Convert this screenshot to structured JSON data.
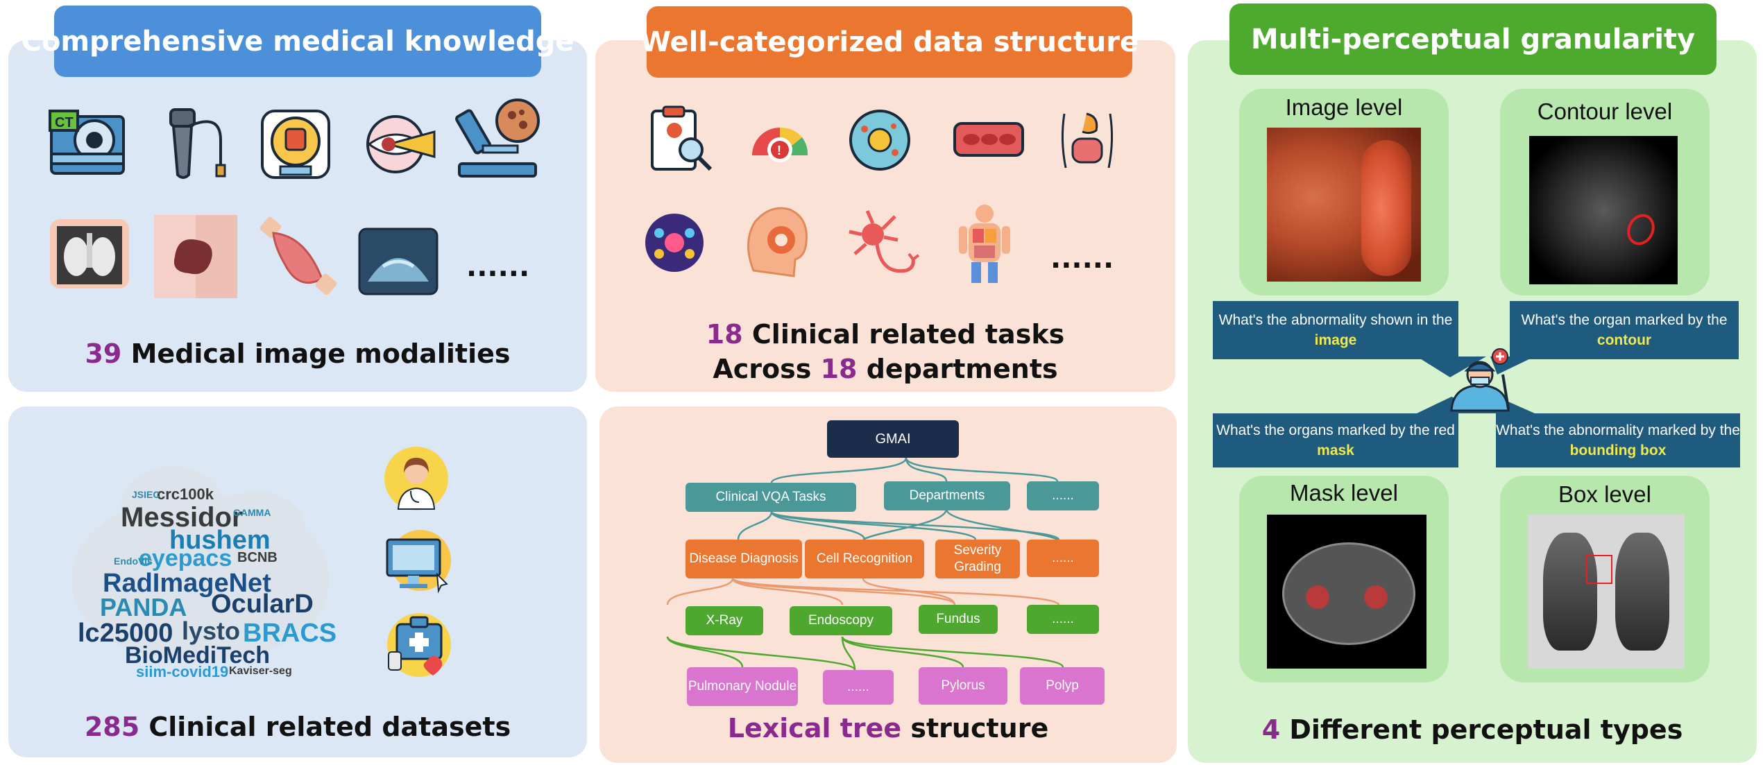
{
  "panel1": {
    "title": "Comprehensive medical knowledge",
    "caption_num": "39",
    "caption_text": " Medical image modalities",
    "dots": "......",
    "icons": [
      "ct-scanner-icon",
      "endoscope-icon",
      "mri-icon",
      "eye-icon",
      "microscope-icon",
      "chest-xray-icon",
      "skin-lesion-icon",
      "muscle-icon",
      "ultrasound-icon"
    ]
  },
  "panel2": {
    "title": "Well-categorized data structure",
    "caption_line1_num": "18",
    "caption_line1_text": " Clinical related tasks",
    "caption_line2_pre": "Across ",
    "caption_line2_num": "18",
    "caption_line2_text": " departments",
    "dots": "......",
    "icons": [
      "clipboard-search-icon",
      "gauge-icon",
      "cell-icon",
      "blood-vessel-icon",
      "intestine-icon",
      "cell-cluster-icon",
      "head-ear-icon",
      "neuron-icon",
      "anatomy-icon"
    ]
  },
  "panel3": {
    "title": "Multi-perceptual granularity",
    "caption_num": "4",
    "caption_text": " Different perceptual types",
    "levels": {
      "image": "Image level",
      "contour": "Contour level",
      "mask": "Mask level",
      "box": "Box level"
    },
    "questions": {
      "q1_pre": "What's the abnormality shown in the ",
      "q1_hl": "image",
      "q2_pre": "What's the organ marked by the ",
      "q2_hl": "contour",
      "q3_pre": "What's the organs marked by the red ",
      "q3_hl": "mask",
      "q4_pre": "What's the abnormality marked by the ",
      "q4_hl": "bounding box"
    }
  },
  "panel4": {
    "caption_num": "285",
    "caption_text": " Clinical related datasets",
    "words": [
      "Messidor",
      "hushem",
      "eyepacs",
      "RadImageNet",
      "PANDA",
      "OcularD",
      "lc25000",
      "lysto",
      "BRACS",
      "BioMediTech",
      "siim-covid19",
      "crc100k",
      "BCNB",
      "GAMMA",
      "JSIEC",
      "Kaviser-seg",
      "EndoVis"
    ]
  },
  "panel5": {
    "caption_pre": "Lexical tree",
    "caption_text": " structure",
    "root": "GMAI",
    "level1": [
      "Clinical VQA Tasks",
      "Departments",
      "......"
    ],
    "level2": [
      "Disease Diagnosis",
      "Cell Recognition",
      "Severity Grading",
      "......"
    ],
    "level3": [
      "X-Ray",
      "Endoscopy",
      "Fundus",
      "......"
    ],
    "level4": [
      "Pulmonary Nodule",
      "......",
      "Pylorus",
      "Polyp"
    ]
  },
  "colors": {
    "blue_header": "#4b90d9",
    "orange_header": "#ea7630",
    "green_header": "#4daa2e",
    "blue_panel": "#dce7f5",
    "peach_panel": "#fbe2d6",
    "green_panel": "#d6f2cf",
    "teal_node": "#4a9898",
    "orange_node": "#ea7630",
    "green_node": "#4ea82f",
    "pink_node": "#d974cf",
    "navy_node": "#1a2d4a",
    "question_box": "#1e5b7e",
    "accent_purple": "#8b2a8e"
  }
}
